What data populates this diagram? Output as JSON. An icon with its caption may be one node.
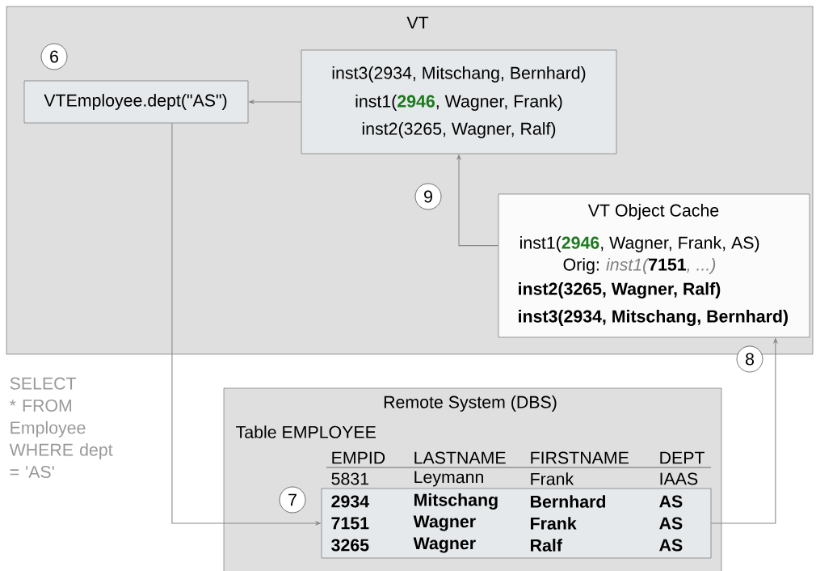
{
  "diagram": {
    "nodes": [
      {
        "text": [
          "VT"
        ]
      },
      {
        "text": [
          "VTEmployee.dept(\"AS\")"
        ],
        "in": 0
      },
      {
        "text": [
          "inst3(2934, Mitschang, Bernhard)",
          "inst1(**2946**, Wagner, Frank)",
          "inst2(3265, Wagner, Ralf)"
        ],
        "in": 0
      },
      {
        "text": [
          "VT Object Cache",
          "inst1(**2946**, Wagner, Frank, AS)",
          "Orig:",
          "inst1(**7151**, ...)",
          "inst2(3265, Wagner, Ralf)",
          "inst3(2934, Mitschang, Bernhard)"
        ],
        "in": 0
      },
      {
        "text": [
          "Remote System (DBS)",
          "Table EMPLOYEE"
        ]
      },
      {
        "text": [
          "2934",
          "Mitschang",
          "Bernhard",
          "AS",
          "7151",
          "Wagner",
          "Frank",
          "AS",
          "3265",
          "Wagner",
          "Ralf",
          "AS"
        ],
        "in": 4
      }
    ],
    "edges": [
      {
        "from": 2,
        "to": 1,
        "arrow": "to"
      },
      {
        "from": 3,
        "to": 2,
        "arrow": "to"
      },
      {
        "from": 1,
        "to": 5,
        "arrow": "to"
      },
      {
        "from": 5,
        "to": 3,
        "arrow": "to"
      }
    ],
    "labels": [
      "6",
      "9",
      "8",
      "SELECT * FROM Employee WHERE dept = 'AS'",
      "EMPID",
      "LASTNAME",
      "FIRSTNAME",
      "DEPT",
      "5831",
      "Leymann",
      "Frank",
      "IAAS",
      "7"
    ]
  }
}
